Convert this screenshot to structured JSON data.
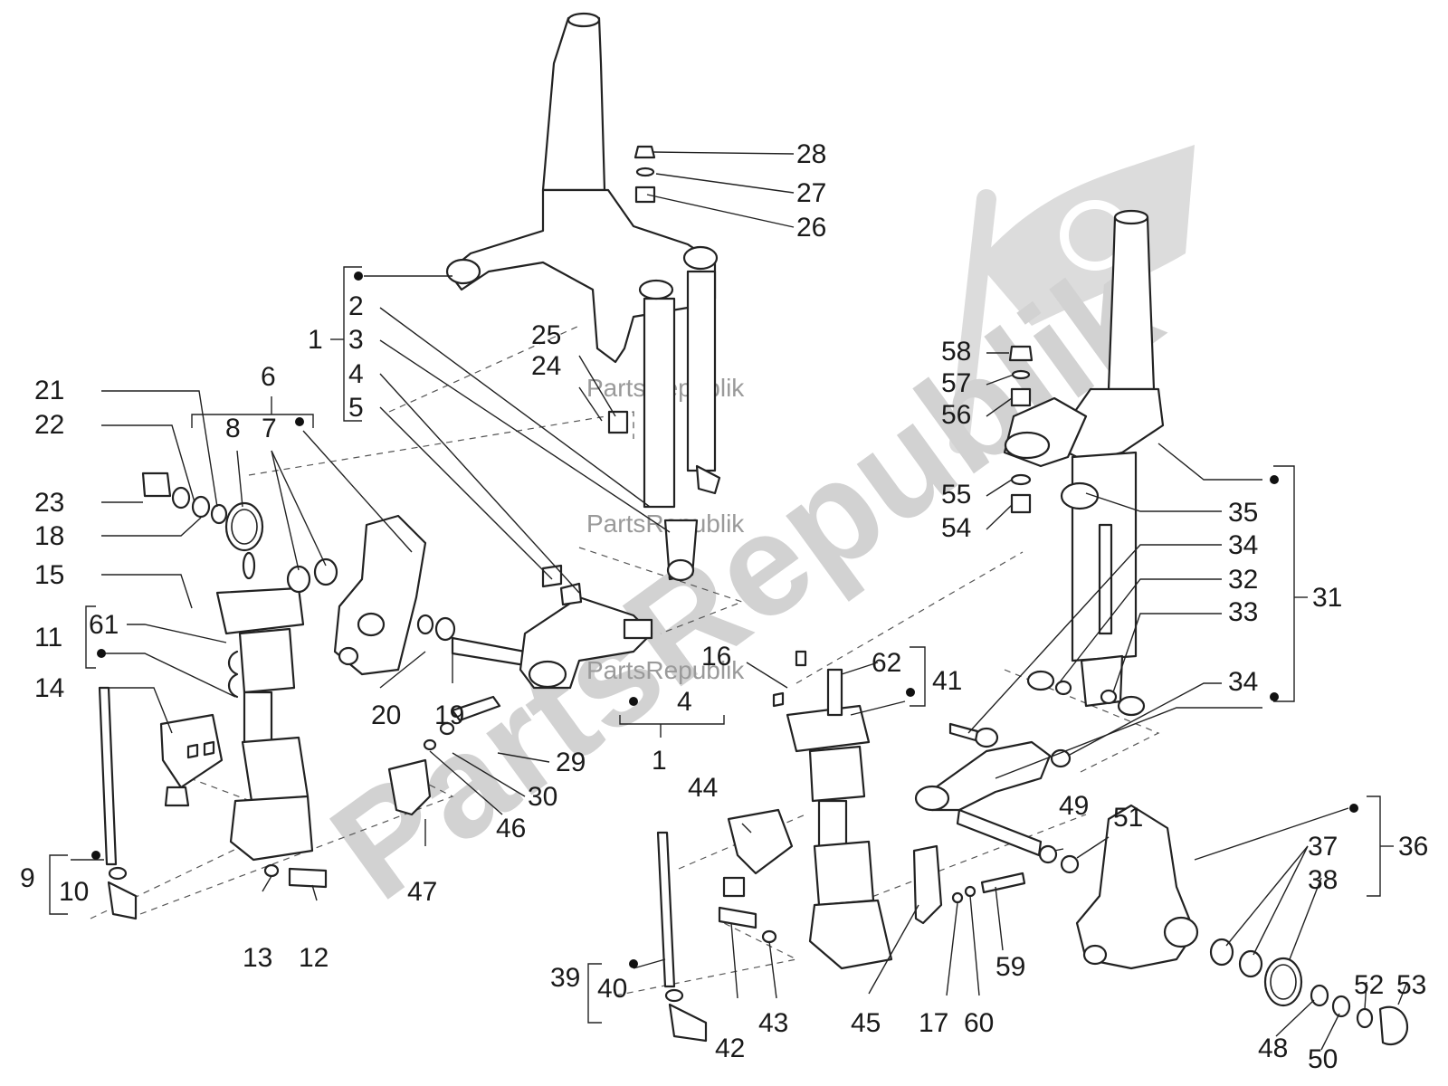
{
  "watermark": {
    "large_text": "PartsRepublik",
    "small_text": "PartsRepublik",
    "logo_icon": "gear-flag-icon",
    "color": "#cfcfcf"
  },
  "callouts": [
    "1",
    "2",
    "3",
    "4",
    "5",
    "6",
    "7",
    "8",
    "9",
    "10",
    "11",
    "12",
    "13",
    "14",
    "15",
    "16",
    "17",
    "18",
    "19",
    "20",
    "21",
    "22",
    "23",
    "24",
    "25",
    "26",
    "27",
    "28",
    "29",
    "30",
    "31",
    "32",
    "33",
    "34",
    "35",
    "36",
    "37",
    "38",
    "39",
    "40",
    "41",
    "42",
    "43",
    "44",
    "45",
    "46",
    "47",
    "48",
    "49",
    "50",
    "51",
    "52",
    "53",
    "54",
    "55",
    "56",
    "57",
    "58",
    "59",
    "60",
    "61",
    "62"
  ],
  "bottom_callouts": {
    "c1": "1",
    "c4": "4",
    "c34": "34"
  }
}
